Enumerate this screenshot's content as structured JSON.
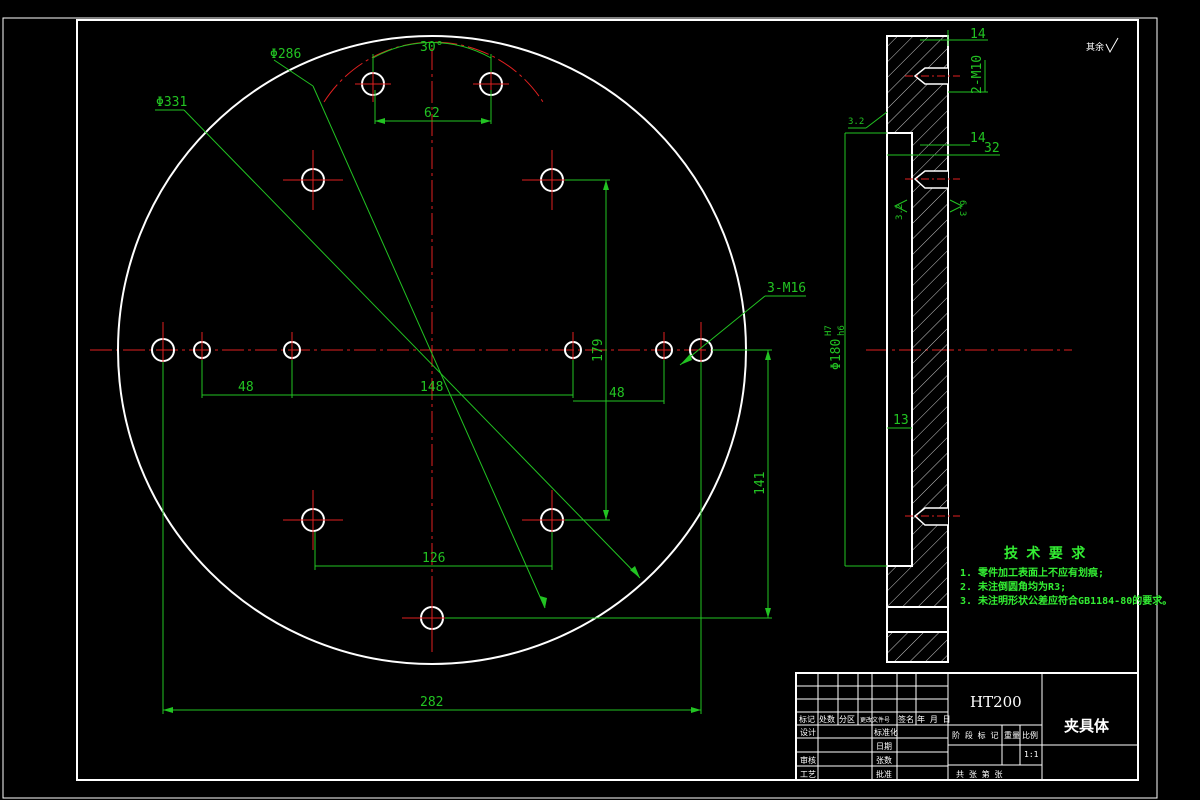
{
  "colors": {
    "background": "#000000",
    "outline": "#ffffff",
    "dimension": "#22c322",
    "center_line": "#e02020",
    "hatch": "#c8c8c8",
    "tech_text": "#33ee33"
  },
  "dims": {
    "d286": "Φ286",
    "d331": "Φ331",
    "angle30": "30°",
    "d62": "62",
    "m16": "3-M16",
    "d48a": "48",
    "d148": "148",
    "d48b": "48",
    "d179": "179",
    "d141": "141",
    "d126": "126",
    "d282": "282",
    "s14a": "14",
    "s14b": "14",
    "s32": "32",
    "s13": "13",
    "m10": "2-M10",
    "fit": "Φ180",
    "fit_tol_upper": "H7",
    "fit_tol_lower": "h6",
    "rough_a": "3.2",
    "rough_b": "3.2",
    "rough_c": "6.3"
  },
  "corner_symbol": "其余",
  "tech": {
    "title": "技 术 要 求",
    "items": [
      "1. 零件加工表面上不应有划痕;",
      "2. 未注倒圆角均为R3;",
      "3. 未注明形状公差应符合GB1184-80的要求。"
    ]
  },
  "title_block": {
    "material": "HT200",
    "part_name": "夹具体",
    "rev_headers": [
      "标记",
      "处数",
      "分区",
      "更改文件号",
      "签名",
      "年 月 日"
    ],
    "design": "设计",
    "standardize": "标准化",
    "check": "审核",
    "process": "工艺",
    "approve": "批准",
    "grade": "阶 段 标 记",
    "weight": "重量",
    "scale": "比例",
    "scale_value": "1:1",
    "sheets": "共  张  第  张",
    "date_label": "日期",
    "count_label": "张数"
  }
}
